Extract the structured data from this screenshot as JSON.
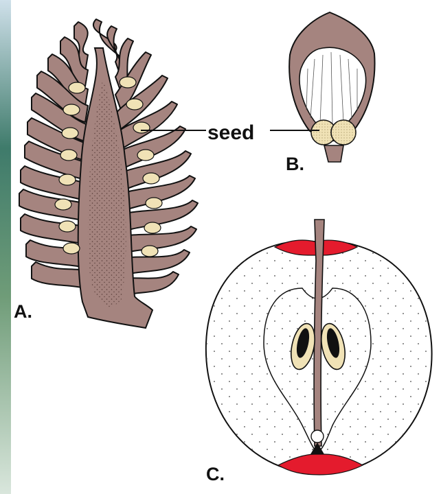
{
  "labels": {
    "panel_a": "A.",
    "panel_b": "B.",
    "panel_c": "C.",
    "seed": "seed"
  },
  "colors": {
    "tissue": "#a5847f",
    "tissue_dark": "#8b6b66",
    "seed": "#f0e2b6",
    "apple_red": "#e41b2d",
    "ink": "#111111",
    "background_left": "#3d7a6a"
  }
}
